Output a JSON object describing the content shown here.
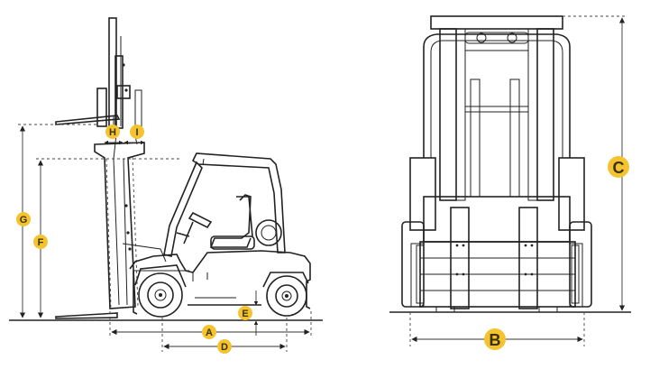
{
  "diagram": {
    "colors": {
      "label_fill": "#f4c430",
      "label_text": "#3a3000",
      "line": "#222222",
      "seat": "#ffffff"
    },
    "side_view": {
      "labels": {
        "A": "A",
        "D": "D",
        "E": "E",
        "F": "F",
        "G": "G",
        "H": "H",
        "I": "I"
      }
    },
    "front_view": {
      "labels": {
        "B": "B",
        "C": "C"
      }
    }
  }
}
